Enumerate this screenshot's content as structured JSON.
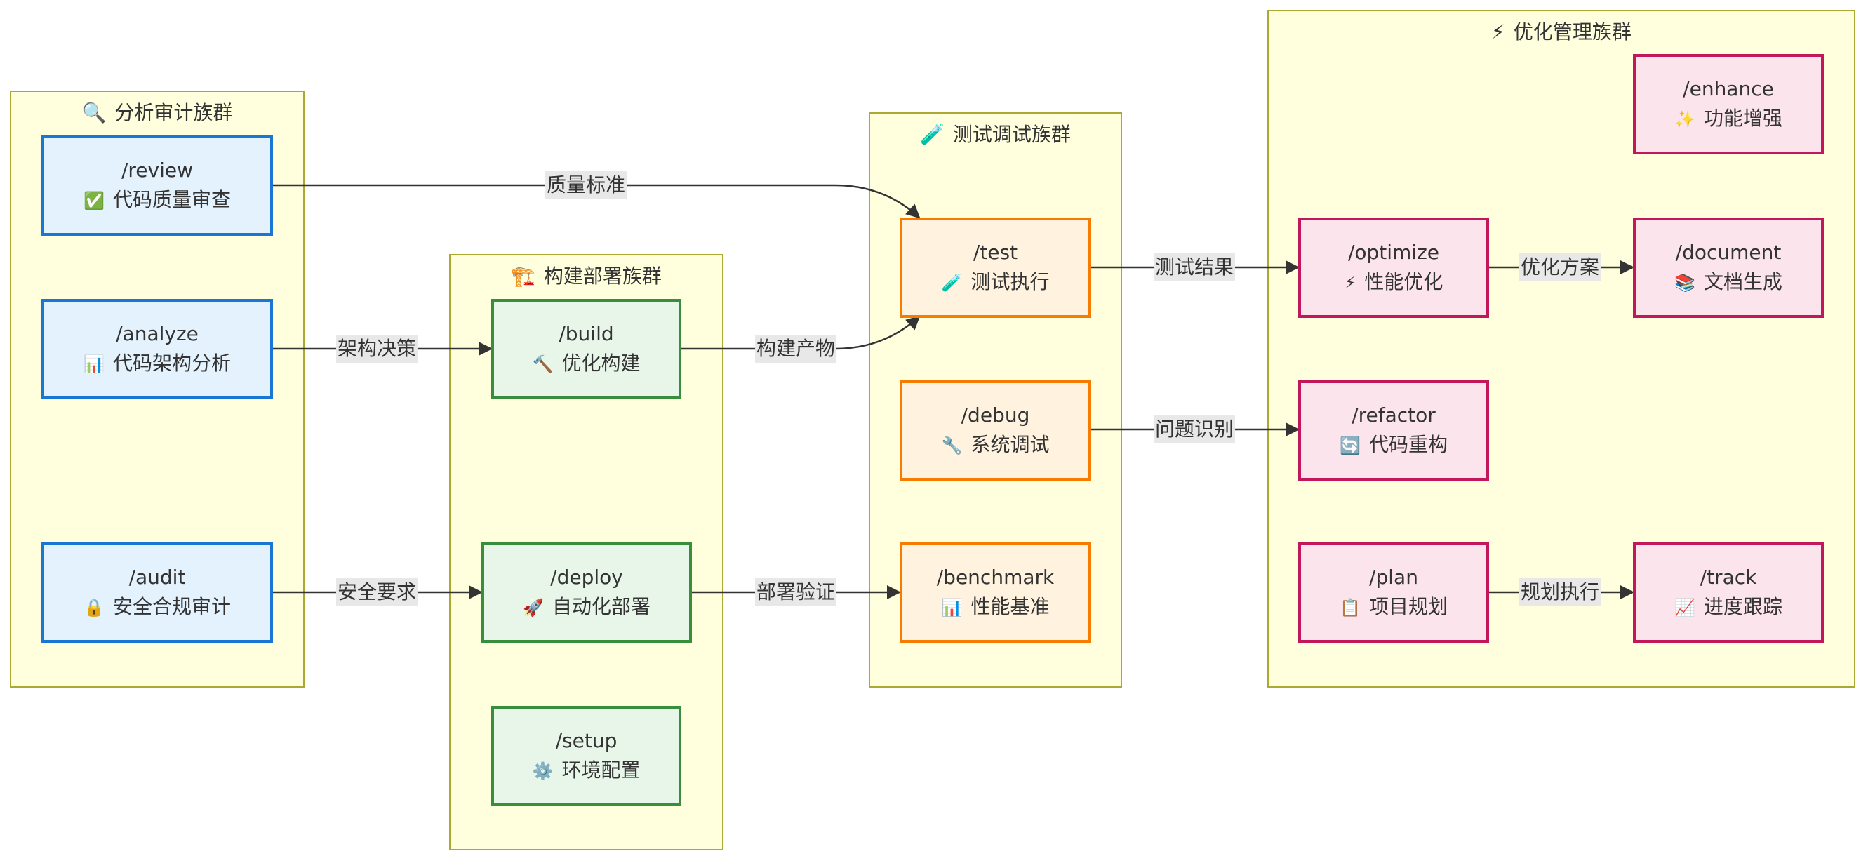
{
  "clusters": {
    "analysis": {
      "icon": "🔍",
      "title": "分析审计族群"
    },
    "build": {
      "icon": "🏗️",
      "title": "构建部署族群"
    },
    "test": {
      "icon": "🧪",
      "title": "测试调试族群"
    },
    "optimize": {
      "icon": "⚡",
      "title": "优化管理族群"
    }
  },
  "nodes": {
    "review": {
      "cmd": "/review",
      "icon": "✅",
      "desc": "代码质量审查"
    },
    "analyze": {
      "cmd": "/analyze",
      "icon": "📊",
      "desc": "代码架构分析"
    },
    "audit": {
      "cmd": "/audit",
      "icon": "🔒",
      "desc": "安全合规审计"
    },
    "build": {
      "cmd": "/build",
      "icon": "🔨",
      "desc": "优化构建"
    },
    "deploy": {
      "cmd": "/deploy",
      "icon": "🚀",
      "desc": "自动化部署"
    },
    "setup": {
      "cmd": "/setup",
      "icon": "⚙️",
      "desc": "环境配置"
    },
    "test": {
      "cmd": "/test",
      "icon": "🧪",
      "desc": "测试执行"
    },
    "debug": {
      "cmd": "/debug",
      "icon": "🔧",
      "desc": "系统调试"
    },
    "benchmark": {
      "cmd": "/benchmark",
      "icon": "📊",
      "desc": "性能基准"
    },
    "optimize": {
      "cmd": "/optimize",
      "icon": "⚡",
      "desc": "性能优化"
    },
    "document": {
      "cmd": "/document",
      "icon": "📚",
      "desc": "文档生成"
    },
    "enhance": {
      "cmd": "/enhance",
      "icon": "✨",
      "desc": "功能增强"
    },
    "refactor": {
      "cmd": "/refactor",
      "icon": "🔄",
      "desc": "代码重构"
    },
    "plan": {
      "cmd": "/plan",
      "icon": "📋",
      "desc": "项目规划"
    },
    "track": {
      "cmd": "/track",
      "icon": "📈",
      "desc": "进度跟踪"
    }
  },
  "edges": [
    {
      "from": "review",
      "to": "test",
      "label": "质量标准"
    },
    {
      "from": "analyze",
      "to": "build",
      "label": "架构决策"
    },
    {
      "from": "audit",
      "to": "deploy",
      "label": "安全要求"
    },
    {
      "from": "build",
      "to": "test",
      "label": "构建产物"
    },
    {
      "from": "deploy",
      "to": "benchmark",
      "label": "部署验证"
    },
    {
      "from": "test",
      "to": "optimize",
      "label": "测试结果"
    },
    {
      "from": "debug",
      "to": "refactor",
      "label": "问题识别"
    },
    {
      "from": "optimize",
      "to": "document",
      "label": "优化方案"
    },
    {
      "from": "plan",
      "to": "track",
      "label": "规划执行"
    }
  ],
  "colors": {
    "cluster_fill": "#ffffde",
    "cluster_border": "#aaaa33",
    "analysis": "#1976d2",
    "build": "#388e3c",
    "test": "#f57c00",
    "optimize": "#c2185b",
    "edge": "#333333",
    "edge_label_bg": "#e8e8e8"
  }
}
